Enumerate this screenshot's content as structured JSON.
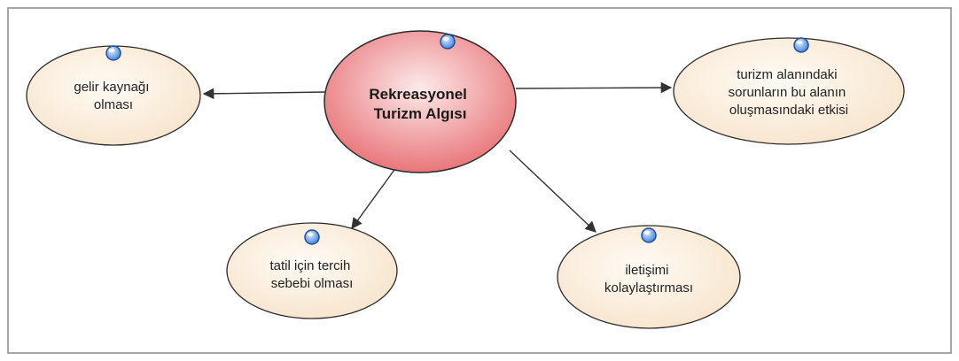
{
  "colors": {
    "center_fill_inner": "#fdeaea",
    "center_fill_outer": "#e8767a",
    "node_fill_inner": "#fffbf5",
    "node_fill_outer": "#f7e4cc",
    "node_stroke": "#2b2b2b",
    "edge": "#333333",
    "border": "#8a8a8a",
    "dot_fill": "#4f8fe0",
    "dot_stroke": "#1f4f99"
  },
  "center": {
    "lines": [
      "Rekreasyonel",
      "Turizm Algısı"
    ]
  },
  "nodes": [
    {
      "id": "income",
      "lines": [
        "gelir kaynağı",
        "olması"
      ]
    },
    {
      "id": "problems",
      "lines": [
        "turizm alanındaki",
        "sorunların bu alanın",
        "oluşmasındaki etkisi"
      ]
    },
    {
      "id": "holiday",
      "lines": [
        "tatil için tercih",
        "sebebi olması"
      ]
    },
    {
      "id": "communication",
      "lines": [
        "iletişimi",
        "kolaylaştırması"
      ]
    }
  ],
  "edges": [
    {
      "from": "center",
      "to": "income"
    },
    {
      "from": "center",
      "to": "problems"
    },
    {
      "from": "center",
      "to": "holiday"
    },
    {
      "from": "center",
      "to": "communication"
    }
  ]
}
